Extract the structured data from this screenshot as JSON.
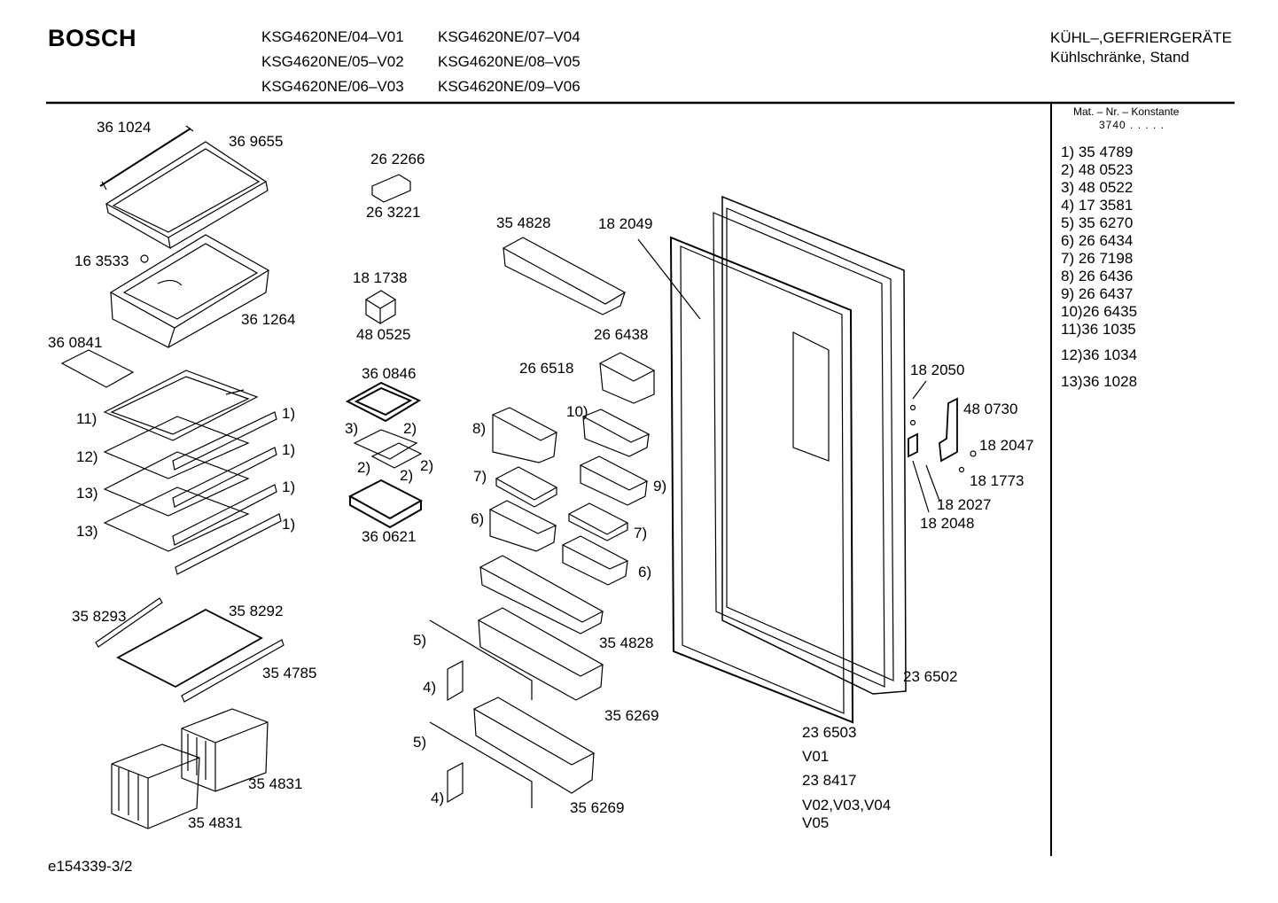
{
  "header": {
    "brand": "BOSCH",
    "models": [
      "KSG4620NE/04–V01",
      "KSG4620NE/05–V02",
      "KSG4620NE/06–V03",
      "KSG4620NE/07–V04",
      "KSG4620NE/08–V05",
      "KSG4620NE/09–V06"
    ],
    "category": "KÜHL–,GEFRIERGERÄTE",
    "subcategory": "Kühlschränke, Stand"
  },
  "konstante": {
    "label": "Mat. – Nr. – Konstante",
    "value": "3740 . . . . ."
  },
  "legend": [
    "1) 35 4789",
    "2) 48 0523",
    "3) 48 0522",
    "4) 17 3581",
    "5) 35 6270",
    "6) 26 6434",
    "7) 26 7198",
    "8) 26 6436",
    "9) 26 6437",
    "10)26 6435",
    "11)36 1035",
    "12)36 1034",
    "13)36 1028"
  ],
  "labels": [
    "36 1024",
    "36 9655",
    "16 3533",
    "36 1264",
    "36 0841",
    "11)",
    "1)",
    "12)",
    "1)",
    "13)",
    "1)",
    "13)",
    "1)",
    "35 8293",
    "35 8292",
    "35 4785",
    "35 4831",
    "35 4831",
    "26 2266",
    "26 3221",
    "18 1738",
    "48 0525",
    "36 0846",
    "3)",
    "2)",
    "2)",
    "2)",
    "2)",
    "36 0621",
    "35 4828",
    "18 2049",
    "26 6438",
    "26 6518",
    "10)",
    "8)",
    "7)",
    "9)",
    "6)",
    "7)",
    "6)",
    "35 4828",
    "5)",
    "4)",
    "35 6269",
    "5)",
    "4)",
    "35 6269",
    "18 2050",
    "48 0730",
    "18 2047",
    "18 1773",
    "18 2027",
    "18 2048",
    "23 6502",
    "23 6503",
    "V01",
    "23 8417",
    "V02,V03,V04",
    "V05"
  ],
  "footer": "e154339-3/2"
}
